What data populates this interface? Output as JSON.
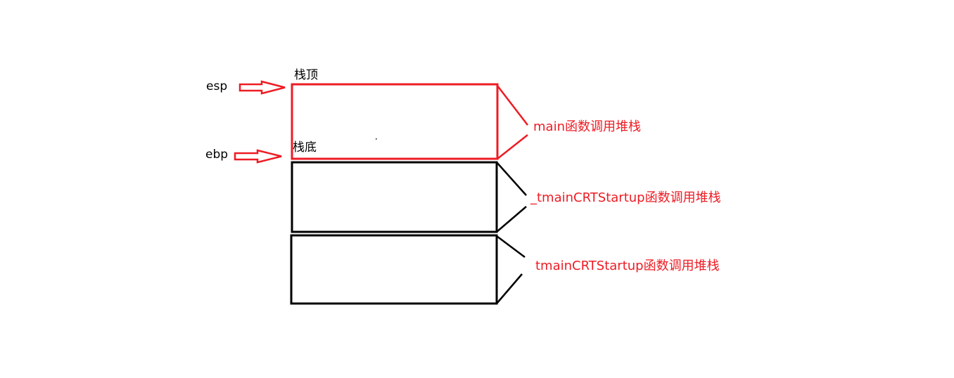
{
  "colors": {
    "highlight": "#ed1c24",
    "default": "#000000"
  },
  "registers": {
    "esp": "esp",
    "ebp": "ebp"
  },
  "markers": {
    "top": "栈顶",
    "bottom": "栈底"
  },
  "frames": [
    {
      "label": "main函数调用堆栈",
      "color": "#ed1c24"
    },
    {
      "label": "_tmainCRTStartup函数调用堆栈",
      "color": "#000000"
    },
    {
      "label": "tmainCRTStartup函数调用堆栈",
      "color": "#000000"
    }
  ]
}
